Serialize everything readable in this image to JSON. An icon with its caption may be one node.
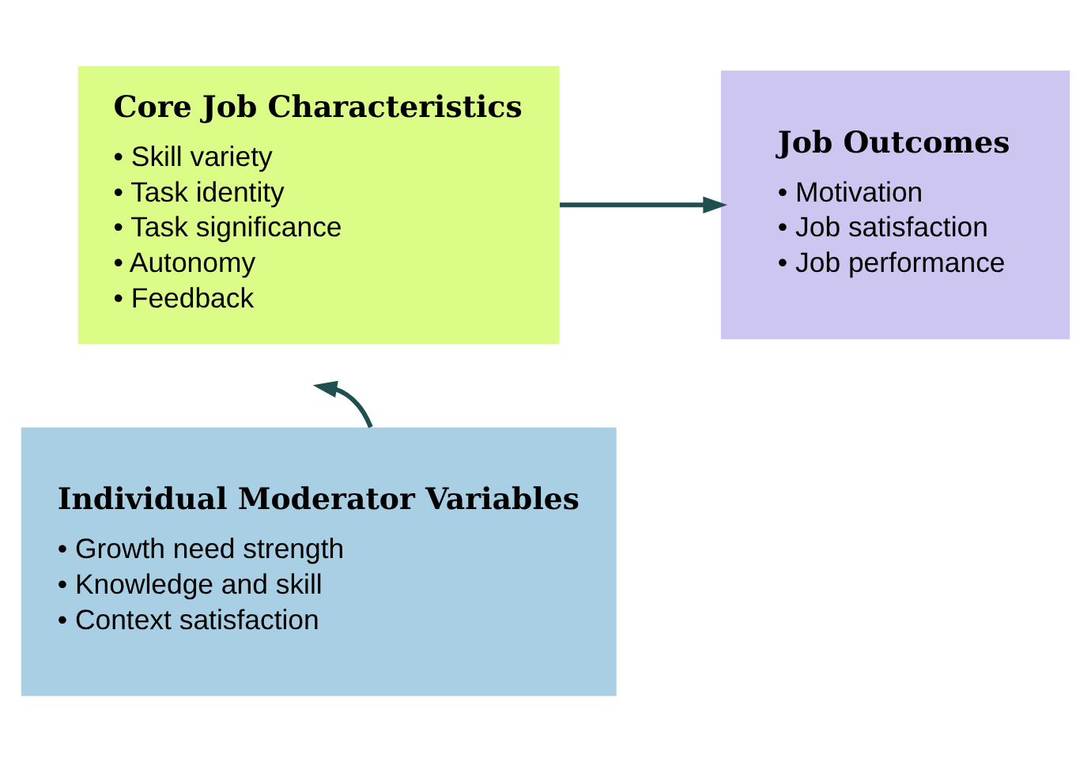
{
  "diagram": {
    "nodes": [
      {
        "text": [
          "Core Job Characteristics",
          "• Skill variety",
          "• Task identity",
          "• Task significance",
          "• Autonomy",
          "• Feedback"
        ]
      },
      {
        "text": [
          "Job Outcomes",
          "• Motivation",
          "• Job satisfaction",
          "• Job performance"
        ]
      },
      {
        "text": [
          "Individual Moderator Variables",
          "• Growth need strength",
          "• Knowledge and skill",
          "• Context satisfaction"
        ]
      }
    ],
    "edges": [
      {
        "from": 0,
        "to": 1,
        "arrow": "to",
        "color": "#1f4f4f"
      },
      {
        "from": 2,
        "to": null,
        "arrow": "to",
        "color": "#1f4f4f"
      }
    ]
  }
}
